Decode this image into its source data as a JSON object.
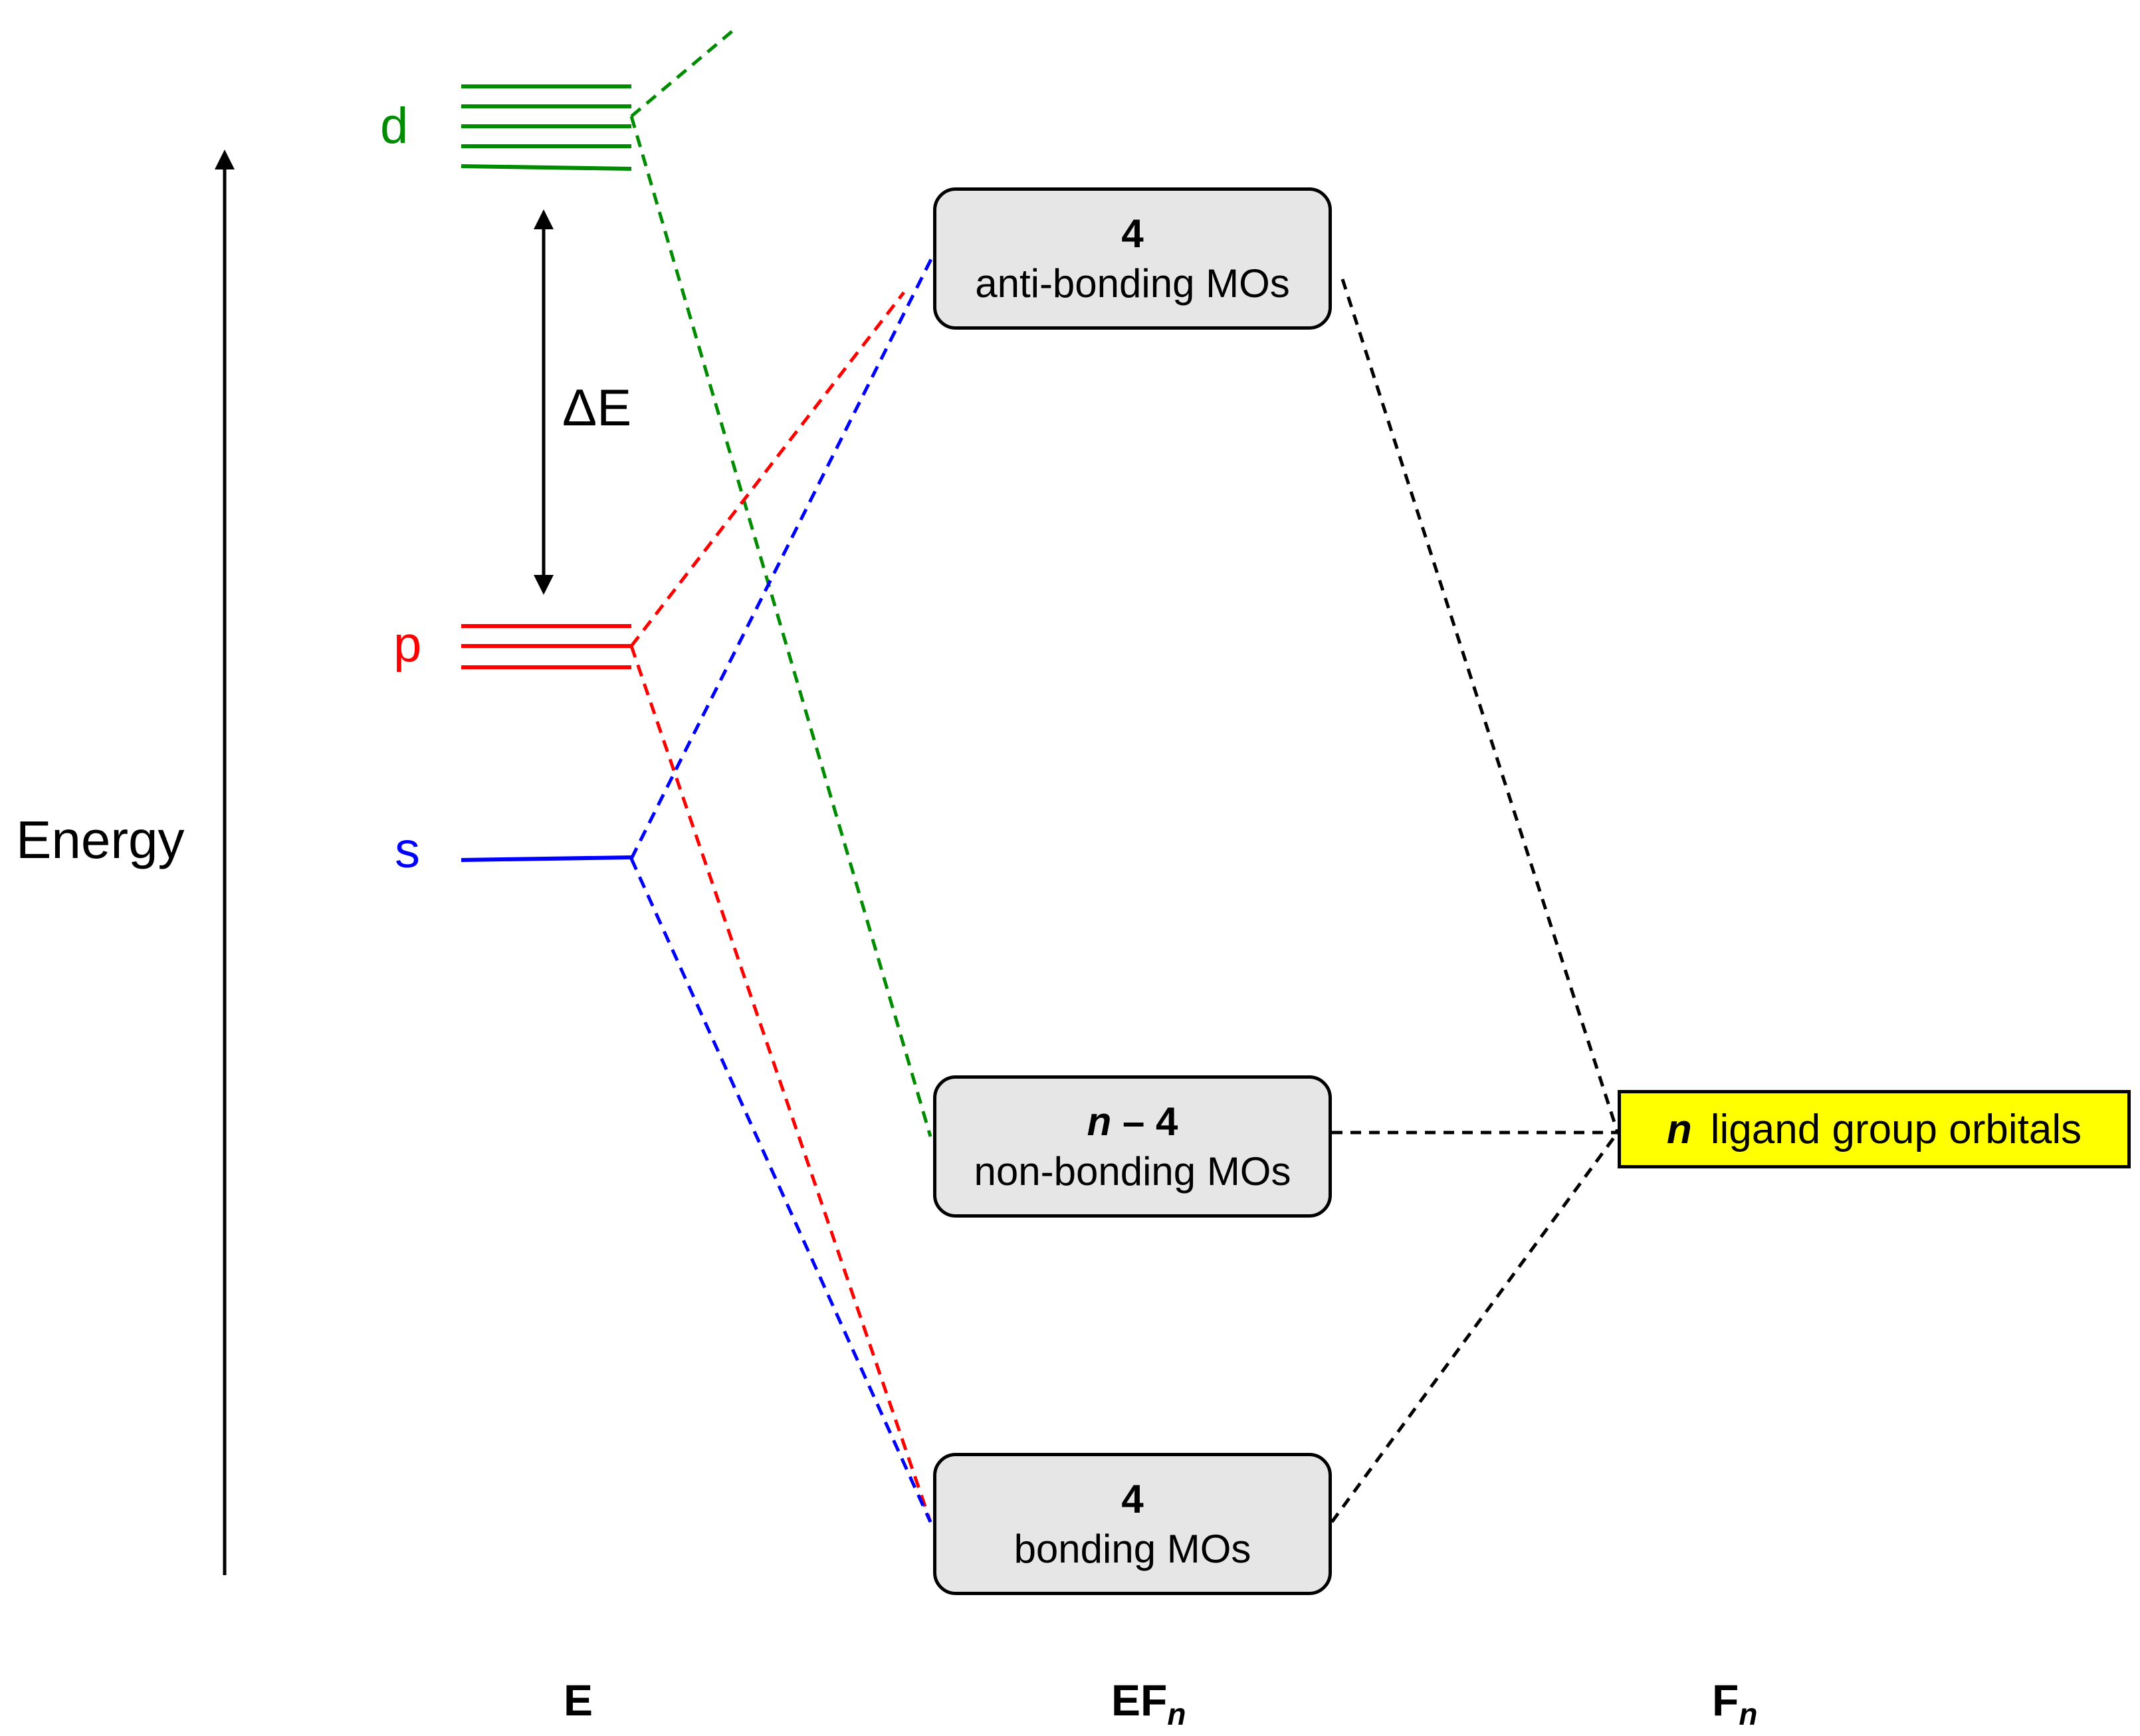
{
  "axis": {
    "label": "Energy"
  },
  "orbitals": {
    "d": {
      "label": "d",
      "color": "#008c00"
    },
    "p": {
      "label": "p",
      "color": "#ff0000"
    },
    "s": {
      "label": "s",
      "color": "#0000ff"
    }
  },
  "gap": {
    "label": "ΔE"
  },
  "mo_boxes": {
    "antibonding": {
      "count": "4",
      "label": "anti-bonding MOs"
    },
    "nonbonding": {
      "count_italic": "n",
      "count_rest": " – 4",
      "label": "non-bonding MOs"
    },
    "bonding": {
      "count": "4",
      "label": "bonding MOs"
    }
  },
  "ligand": {
    "n": "n",
    "label": "ligand group orbitals"
  },
  "columns": {
    "e": {
      "main": "E",
      "sub": ""
    },
    "efn": {
      "main": "EF",
      "sub": "n"
    },
    "fn": {
      "main": "F",
      "sub": "n"
    }
  },
  "colors": {
    "line": "#000000",
    "box_fill": "#e6e6e6",
    "ligand_fill": "#ffff00"
  }
}
